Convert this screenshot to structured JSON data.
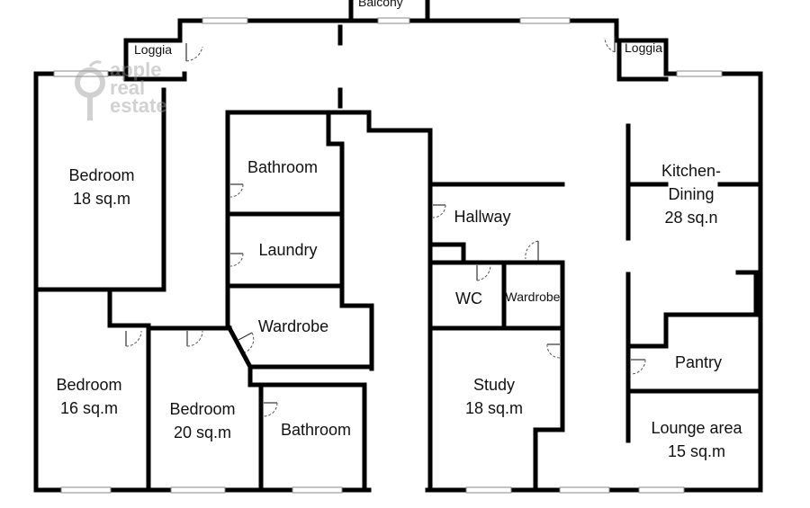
{
  "rooms": {
    "balcony": "Balcony",
    "loggia_left": "Loggia",
    "loggia_right": "Loggia",
    "bedroom_1": [
      "Bedroom",
      "18 sq.m"
    ],
    "bedroom_2": [
      "Bedroom",
      "16 sq.m"
    ],
    "bedroom_3": [
      "Bedroom",
      "20 sq.m"
    ],
    "bathroom_1": "Bathroom",
    "bathroom_2": "Bathroom",
    "laundry": "Laundry",
    "wardrobe_1": "Wardrobe",
    "wardrobe_2": "Wardrobe",
    "hallway": "Hallway",
    "wc": "WC",
    "study": [
      "Study",
      "18 sq.m"
    ],
    "kitchen": [
      "Kitchen-",
      "Dining",
      "28 sq.n"
    ],
    "pantry": "Pantry",
    "lounge": [
      "Lounge area",
      "15 sq.m"
    ]
  },
  "watermark": {
    "lines": [
      "apple",
      "real",
      "estate"
    ]
  }
}
